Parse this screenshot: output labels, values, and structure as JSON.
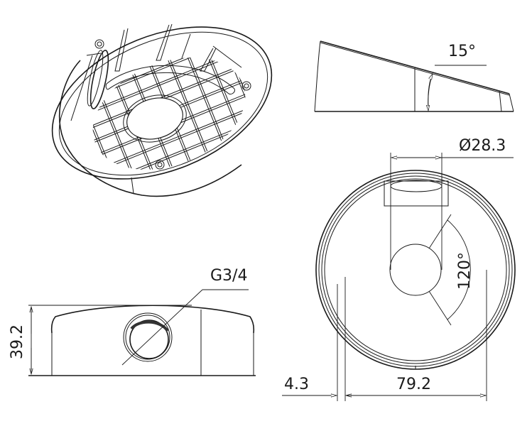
{
  "drawing": {
    "views": {
      "isometric": {
        "label": "isometric-view"
      },
      "side_profile": {
        "label": "side-profile-view"
      },
      "front": {
        "label": "front-view"
      },
      "top": {
        "label": "top-view"
      }
    },
    "dimensions": {
      "tilt_angle": "15°",
      "cable_hole_diameter": "Ø28.3",
      "thread": "G3/4",
      "height": "39.2",
      "slot_angle": "120°",
      "wall_offset": "4.3",
      "mount_spacing": "79.2"
    },
    "colors": {
      "line": "#1a1a1a",
      "background": "#ffffff"
    }
  }
}
